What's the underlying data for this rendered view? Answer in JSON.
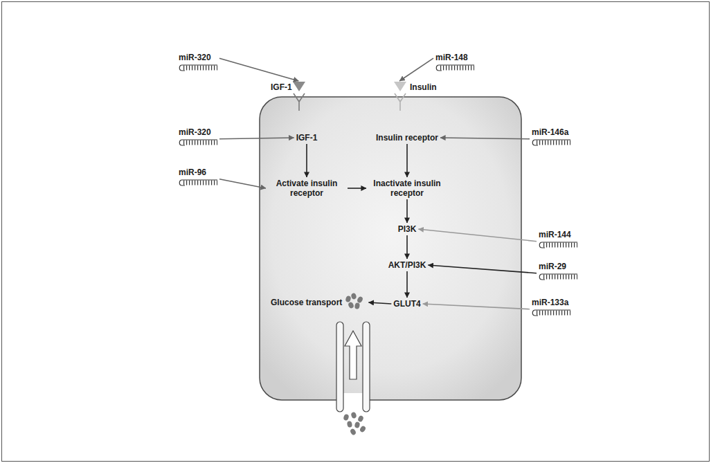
{
  "diagram": {
    "nodes": [
      {
        "text": [
          "miR-320"
        ]
      },
      {
        "text": [
          "miR-148"
        ]
      },
      {
        "text": [
          "IGF-1"
        ]
      },
      {
        "text": [
          "Insulin"
        ]
      },
      {
        "text": [
          "miR-320"
        ]
      },
      {
        "text": [
          "IGF-1"
        ]
      },
      {
        "text": [
          "Insulin receptor"
        ]
      },
      {
        "text": [
          "miR-146a"
        ]
      },
      {
        "text": [
          "miR-96"
        ]
      },
      {
        "text": [
          "Activate insulin receptor"
        ]
      },
      {
        "text": [
          "Inactivate insulin receptor"
        ]
      },
      {
        "text": [
          "PI3K"
        ]
      },
      {
        "text": [
          "miR-144"
        ]
      },
      {
        "text": [
          "AKT/PI3K"
        ]
      },
      {
        "text": [
          "miR-29"
        ]
      },
      {
        "text": [
          "Glucose transport"
        ]
      },
      {
        "text": [
          "GLUT4"
        ]
      },
      {
        "text": [
          "miR-133a"
        ]
      }
    ],
    "edges": [
      {
        "from": 0,
        "to": 2,
        "arrow": "to"
      },
      {
        "from": 1,
        "to": 3,
        "arrow": "to"
      },
      {
        "from": 4,
        "to": 5,
        "arrow": "to"
      },
      {
        "from": 7,
        "to": 6,
        "arrow": "to"
      },
      {
        "from": 8,
        "to": 9,
        "arrow": "to"
      },
      {
        "from": 5,
        "to": 9,
        "arrow": "to"
      },
      {
        "from": 9,
        "to": 10,
        "arrow": "to"
      },
      {
        "from": 6,
        "to": 10,
        "arrow": "to"
      },
      {
        "from": 10,
        "to": 11,
        "arrow": "to"
      },
      {
        "from": 11,
        "to": 13,
        "arrow": "to"
      },
      {
        "from": 13,
        "to": 16,
        "arrow": "to"
      },
      {
        "from": 12,
        "to": 11,
        "arrow": "to"
      },
      {
        "from": 14,
        "to": 13,
        "arrow": "to"
      },
      {
        "from": 17,
        "to": 16,
        "arrow": "to"
      },
      {
        "from": 16,
        "to": 15,
        "arrow": "to"
      }
    ]
  }
}
